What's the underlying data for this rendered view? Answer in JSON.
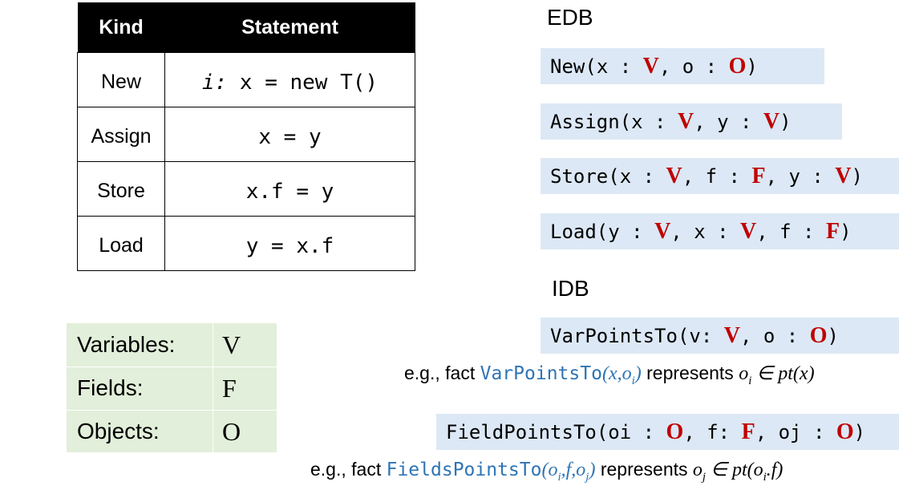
{
  "table": {
    "headers": [
      "Kind",
      "Statement"
    ],
    "rows": [
      {
        "kind": "New",
        "label": "i:",
        "statement": "x = new T()"
      },
      {
        "kind": "Assign",
        "label": "",
        "statement": "x = y"
      },
      {
        "kind": "Store",
        "label": "",
        "statement": "x.f = y"
      },
      {
        "kind": "Load",
        "label": "",
        "statement": "y = x.f"
      }
    ]
  },
  "edb": {
    "heading": "EDB",
    "relations": [
      {
        "name": "New",
        "params": [
          {
            "var": "x",
            "dom": "V"
          },
          {
            "var": "o",
            "dom": "O"
          }
        ]
      },
      {
        "name": "Assign",
        "params": [
          {
            "var": "x",
            "dom": "V"
          },
          {
            "var": "y",
            "dom": "V"
          }
        ]
      },
      {
        "name": "Store",
        "params": [
          {
            "var": "x",
            "dom": "V"
          },
          {
            "var": "f",
            "dom": "F"
          },
          {
            "var": "y",
            "dom": "V"
          }
        ]
      },
      {
        "name": "Load",
        "params": [
          {
            "var": "y",
            "dom": "V"
          },
          {
            "var": "x",
            "dom": "V"
          },
          {
            "var": "f",
            "dom": "F"
          }
        ]
      }
    ]
  },
  "idb": {
    "heading": "IDB",
    "relations": [
      {
        "name": "VarPointsTo",
        "params": [
          {
            "var": "v:",
            "dom": "V"
          },
          {
            "var": "o :",
            "dom": "O"
          }
        ]
      },
      {
        "name": "FieldPointsTo",
        "params": [
          {
            "var": "oi :",
            "dom": "O"
          },
          {
            "var": "f:",
            "dom": "F"
          },
          {
            "var": "oj :",
            "dom": "O"
          }
        ]
      }
    ],
    "examples": [
      {
        "prefix": "e.g., fact",
        "fact_name": "VarPointsTo",
        "args": "x, o_i",
        "mid": "represents",
        "expr": "o_i ∈ pt(x)"
      },
      {
        "prefix": "e.g., fact",
        "fact_name": "FieldsPointsTo",
        "args": "o_i, f, o_j",
        "mid": "represents",
        "expr": "o_j ∈ pt(o_i.f)"
      }
    ]
  },
  "domains": [
    {
      "name": "Variables:",
      "symbol": "V"
    },
    {
      "name": "Fields:",
      "symbol": "F"
    },
    {
      "name": "Objects:",
      "symbol": "O"
    }
  ],
  "colors": {
    "domain_symbol": "#c00000",
    "relation_box": "#dce8f5",
    "domain_box": "#e2efda",
    "fact": "#2e74b5"
  }
}
